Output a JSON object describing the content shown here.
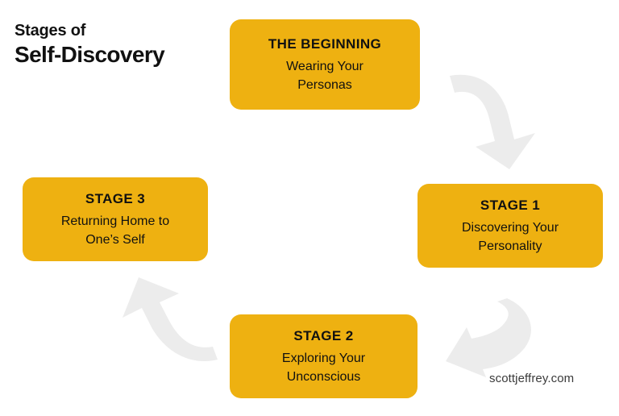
{
  "title": {
    "line1": "Stages of",
    "line2": "Self-Discovery"
  },
  "colors": {
    "node_fill": "#EEB111",
    "arrow_fill": "#ECECEC",
    "text": "#111111",
    "background": "#FFFFFF"
  },
  "nodes": [
    {
      "id": "beginning",
      "heading": "THE BEGINNING",
      "sub_line1": "Wearing Your",
      "sub_line2": "Personas"
    },
    {
      "id": "stage1",
      "heading": "STAGE 1",
      "sub_line1": "Discovering Your",
      "sub_line2": "Personality"
    },
    {
      "id": "stage2",
      "heading": "STAGE 2",
      "sub_line1": "Exploring Your",
      "sub_line2": "Unconscious"
    },
    {
      "id": "stage3",
      "heading": "STAGE 3",
      "sub_line1": "Returning Home to",
      "sub_line2": "One’s Self"
    }
  ],
  "arrows": [
    {
      "id": "top-right",
      "name": "curved-arrow-down-right"
    },
    {
      "id": "bottom-right",
      "name": "curved-arrow-down-left"
    },
    {
      "id": "bottom-left",
      "name": "curved-arrow-up-left"
    }
  ],
  "watermark": {
    "text": "scottjeffrey.com"
  }
}
